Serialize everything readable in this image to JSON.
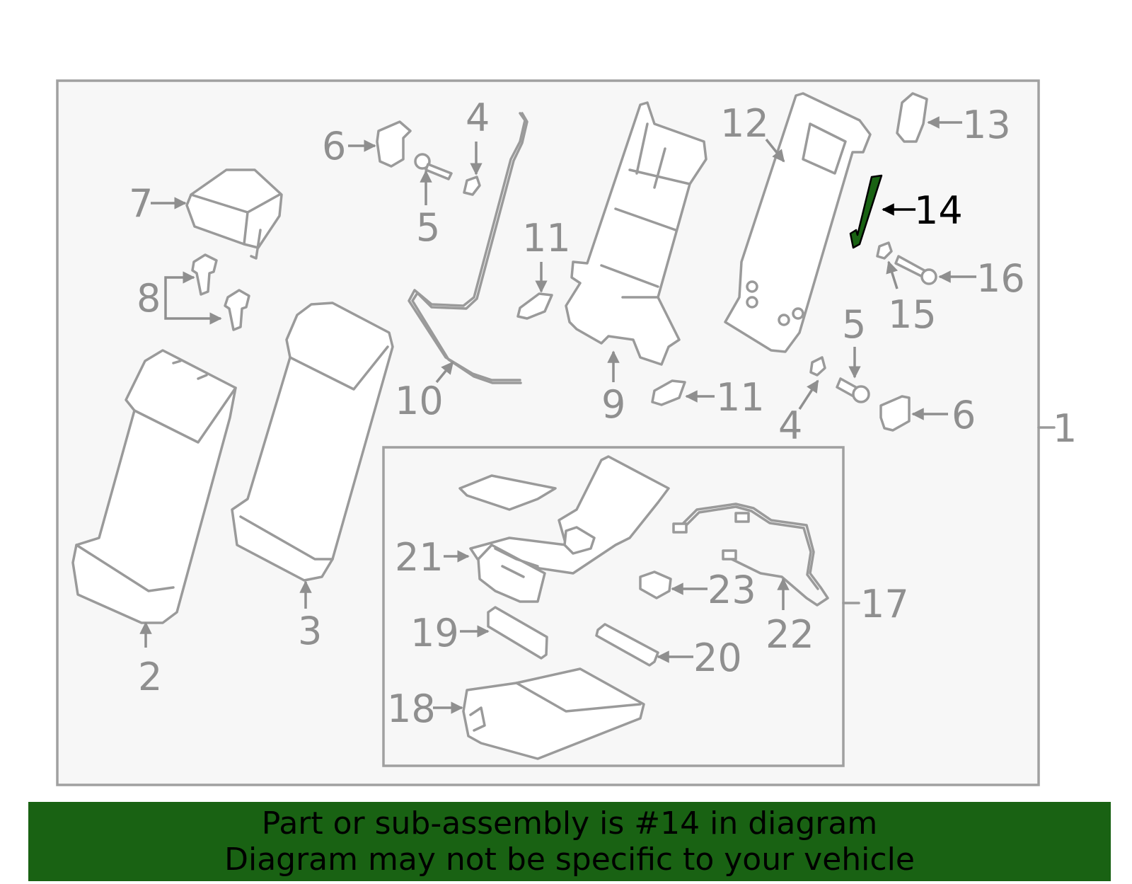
{
  "highlight_color": "#196213",
  "callouts": {
    "c1": "1",
    "c2": "2",
    "c3": "3",
    "c4a": "4",
    "c4b": "4",
    "c5a": "5",
    "c5b": "5",
    "c6a": "6",
    "c6b": "6",
    "c7": "7",
    "c8": "8",
    "c9": "9",
    "c10": "10",
    "c11a": "11",
    "c11b": "11",
    "c12": "12",
    "c13": "13",
    "c14": "14",
    "c15": "15",
    "c16": "16",
    "c17": "17",
    "c18": "18",
    "c19": "19",
    "c20": "20",
    "c21": "21",
    "c22": "22",
    "c23": "23"
  },
  "banner": {
    "line1": "Part or sub-assembly is #14 in diagram",
    "line2": "Diagram may not be specific to your vehicle"
  }
}
